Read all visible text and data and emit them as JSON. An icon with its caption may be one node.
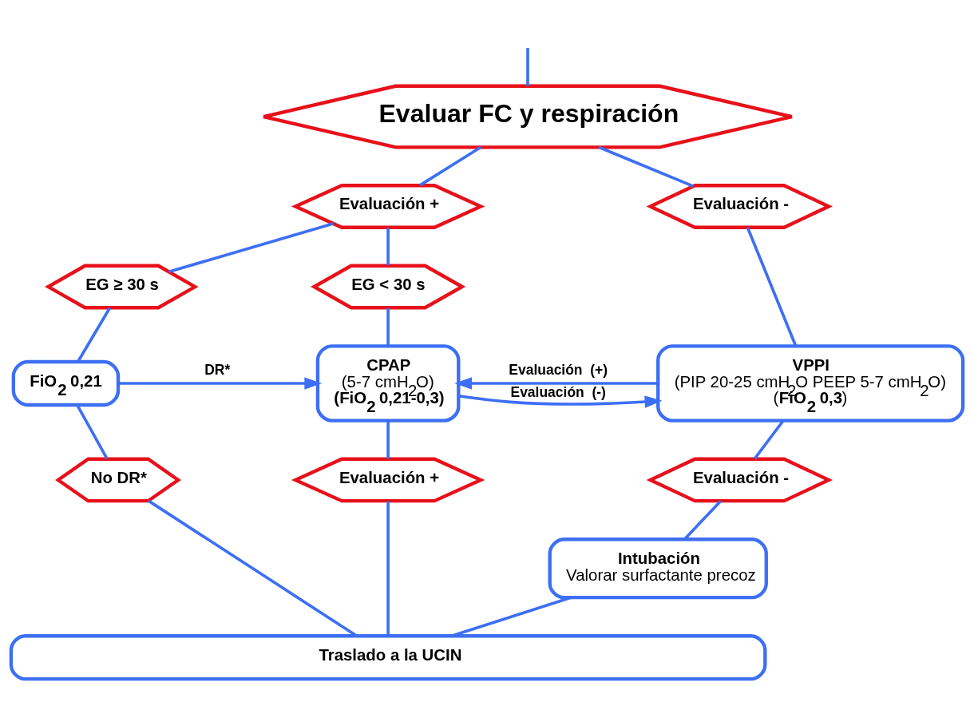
{
  "diagram": {
    "nodes": [
      {
        "text": [
          "Evaluar FC y respiración"
        ]
      },
      {
        "text": [
          "Evaluación +"
        ]
      },
      {
        "text": [
          "Evaluación -"
        ]
      },
      {
        "text": [
          "EG ≥ 30 s"
        ]
      },
      {
        "text": [
          "EG < 30 s"
        ]
      },
      {
        "text": [
          "FiO$_{2}$ 0,21"
        ]
      },
      {
        "text": [
          "CPAP",
          "(5-7 cmH$_{2}$O)",
          "**(FiO$_{2}$ 0,21-0,3)**"
        ]
      },
      {
        "text": [
          "VPPI",
          "(PIP 20-25 cmH$_{2}$O PEEP 5-7 cmH$_{2}$O)",
          "(**FiO$_{2}$ 0,3**)"
        ]
      },
      {
        "text": [
          "No DR*"
        ]
      },
      {
        "text": [
          "Evaluación +"
        ]
      },
      {
        "text": [
          "Evaluación -"
        ]
      },
      {
        "text": [
          "Intubación",
          "Valorar surfactante precoz"
        ]
      },
      {
        "text": [
          "Traslado a la UCIN"
        ]
      }
    ],
    "edges": [
      {
        "from": null,
        "to": 0,
        "arrow": "none"
      },
      {
        "from": 0,
        "to": 1,
        "arrow": "none"
      },
      {
        "from": 0,
        "to": 2,
        "arrow": "none"
      },
      {
        "from": 1,
        "to": 3,
        "arrow": "none"
      },
      {
        "from": 1,
        "to": 4,
        "arrow": "none"
      },
      {
        "from": 3,
        "to": 5,
        "arrow": "none"
      },
      {
        "from": 4,
        "to": 6,
        "arrow": "none"
      },
      {
        "from": 2,
        "to": 7,
        "arrow": "none"
      },
      {
        "from": 5,
        "to": 6,
        "arrow": "to",
        "label": "DR*"
      },
      {
        "from": 6,
        "to": 7,
        "arrow": "to",
        "label": "Evaluación  (-)"
      },
      {
        "from": 7,
        "to": 6,
        "arrow": "to",
        "label": "Evaluación  (+)"
      },
      {
        "from": 5,
        "to": 8,
        "arrow": "none"
      },
      {
        "from": 6,
        "to": 9,
        "arrow": "none"
      },
      {
        "from": 7,
        "to": 10,
        "arrow": "none"
      },
      {
        "from": 10,
        "to": 11,
        "arrow": "none"
      },
      {
        "from": 8,
        "to": 12,
        "arrow": "none"
      },
      {
        "from": 9,
        "to": 12,
        "arrow": "none"
      },
      {
        "from": 11,
        "to": 12,
        "arrow": "none"
      }
    ]
  }
}
